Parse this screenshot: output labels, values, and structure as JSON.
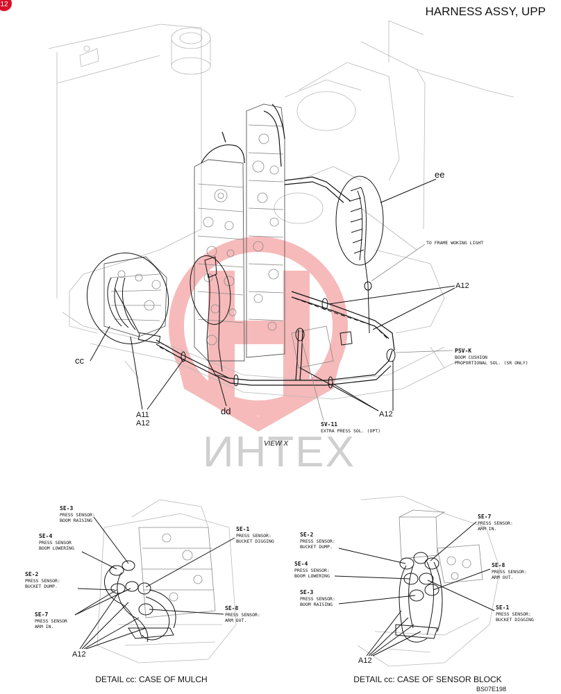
{
  "page": {
    "title": "HARNESS ASSY, UPP",
    "badge": "12",
    "drawing_code": "BS07E198",
    "watermark": "ИНТЕХ"
  },
  "view_x": {
    "caption": "VIEW X",
    "callouts": {
      "ee": "ee",
      "cc": "cc",
      "dd": "dd",
      "a11": "A11",
      "a12_left": "A12",
      "a12_right_upper": "A12",
      "a12_bottom": "A12",
      "frame_light": "TO FRAME WOKING LIGHT",
      "psv_k_code": "PSV-K",
      "psv_k_line1": "BOOM CUSHION",
      "psv_k_line2": "PROPORTIONAL SOL. (SR ONLY)",
      "sv11_code": "SV-11",
      "sv11_desc": "EXTRA PRESS SOL. (OPT)"
    }
  },
  "detail_mulch": {
    "caption": "DETAIL cc: CASE OF MULCH",
    "sensors": [
      {
        "code": "SE-3",
        "l1": "PRESS SENSOR:",
        "l2": "BOOM RAISING"
      },
      {
        "code": "SE-4",
        "l1": "PRESS SENSOR",
        "l2": "BOOM LOWERING"
      },
      {
        "code": "SE-2",
        "l1": "PRESS SENSOR:",
        "l2": "BUCKET DUMP."
      },
      {
        "code": "SE-7",
        "l1": "PRESS SENSOR",
        "l2": "ARM IN."
      },
      {
        "code": "SE-1",
        "l1": "PRESS SENSOR:",
        "l2": "BUCKET DIGGING"
      },
      {
        "code": "SE-8",
        "l1": "PRESS SENSOR:",
        "l2": "ARM OUT."
      }
    ],
    "clamp_label": "A12"
  },
  "detail_sensor_block": {
    "caption": "DETAIL cc: CASE OF SENSOR BLOCK",
    "sensors": [
      {
        "code": "SE-2",
        "l1": "PRESS SENSOR:",
        "l2": "BUCKET DUMP."
      },
      {
        "code": "SE-4",
        "l1": "PRESS SENSOR:",
        "l2": "BOOM LOWERING"
      },
      {
        "code": "SE-3",
        "l1": "PRESS SENSOR:",
        "l2": "BOOM RAISING"
      },
      {
        "code": "SE-7",
        "l1": "PRESS SENSOR:",
        "l2": "ARM IN."
      },
      {
        "code": "SE-8",
        "l1": "PRESS SENSOR:",
        "l2": "ARM OUT."
      },
      {
        "code": "SE-1",
        "l1": "PRESS SENSOR:",
        "l2": "BUCKET DIGGING"
      }
    ],
    "clamp_label": "A12"
  },
  "colors": {
    "ink": "#111111",
    "badge": "#d8102a",
    "watermark": "#f4a3a3",
    "watermark_text": "#c8c8c8"
  }
}
